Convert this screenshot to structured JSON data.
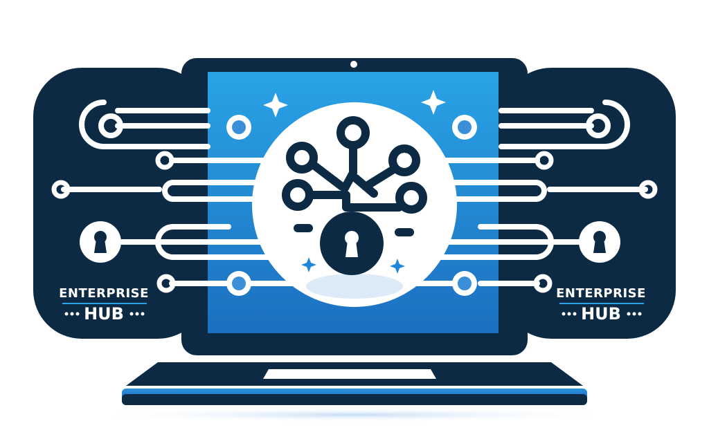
{
  "brand": {
    "left": {
      "line1": "ENTERPRISE",
      "line2": "HUB"
    },
    "right": {
      "line1": "ENTERPRISE",
      "line2": "HUB"
    }
  },
  "colors": {
    "navy": "#0d2a45",
    "blue": "#2196dc",
    "light_blue": "#4fb3ea",
    "white": "#ffffff",
    "accent_dot": "#3a8fd8"
  },
  "icons": {
    "center": "network-lock-icon",
    "side_locks": "keyhole-icon",
    "sparkles": "sparkle-icon"
  }
}
